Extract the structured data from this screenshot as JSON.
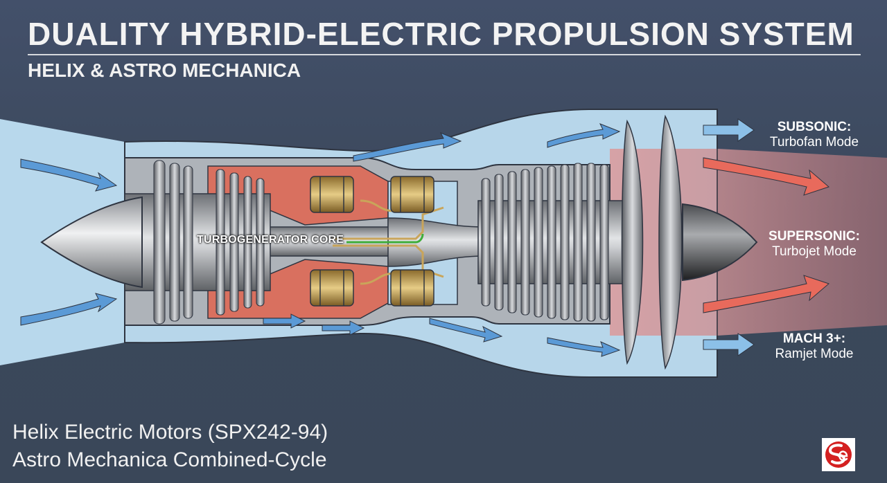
{
  "header": {
    "title": "DUALITY HYBRID-ELECTRIC PROPULSION SYSTEM",
    "subtitle": "HELIX & ASTRO MECHANICA"
  },
  "diagram": {
    "core_label": "TURBOGENERATOR CORE",
    "modes": [
      {
        "mach": "SUBSONIC:",
        "mode": "Turbofan Mode",
        "arrow_color": "#8cc0e8"
      },
      {
        "mach": "SUPERSONIC:",
        "mode": "Turbojet Mode",
        "arrow_color": "#e86a5c"
      },
      {
        "mach": "MACH 3+:",
        "mode": "Ramjet Mode",
        "arrow_color": "#8cc0e8"
      }
    ],
    "colors": {
      "background": "#3d4a5c",
      "cold_flow": "#b8d8ec",
      "hot_flow": "#d98a86",
      "combustor": "#d9705f",
      "motor_gold": "#c9a55a",
      "metal": "#b9bcc0",
      "cable_green": "#3fae3a"
    },
    "icons": [
      "cold-air-arrow-icon",
      "hot-exhaust-arrow-icon",
      "electric-motor-icon",
      "nose-cone-icon"
    ]
  },
  "footer": {
    "line1": "Helix Electric Motors (SPX242-94)",
    "line2": "Astro Mechanica Combined-Cycle"
  },
  "logo": {
    "text": "Se",
    "color": "#d42020"
  }
}
